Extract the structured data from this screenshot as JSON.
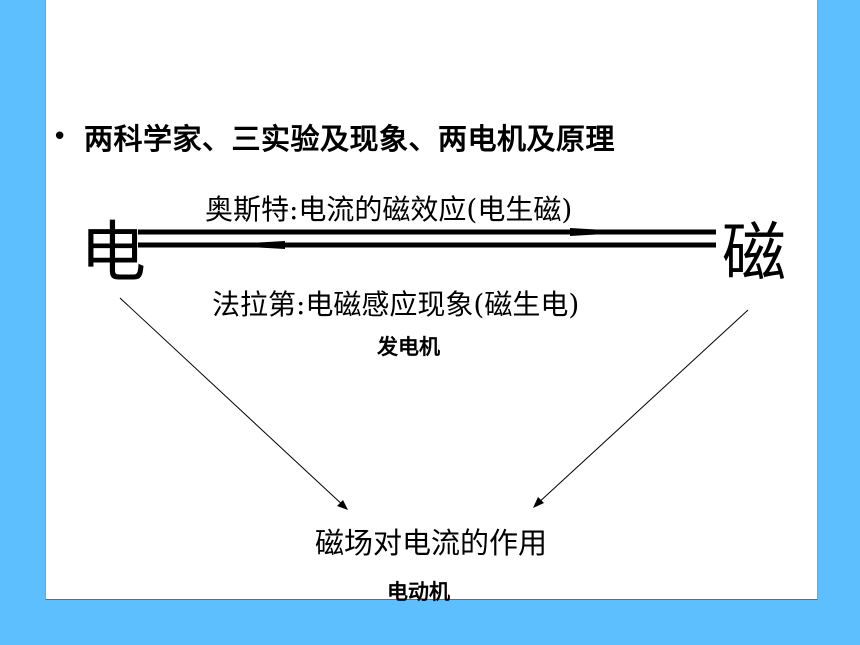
{
  "slide": {
    "bullet_symbol": "•",
    "bullet_text": "两科学家、三实验及现象、两电机及原理"
  },
  "diagram": {
    "left_node": "电",
    "right_node": "磁",
    "top_arrow_label": "奥斯特:电流的磁效应(电生磁)",
    "bottom_arrow_label": "法拉第:电磁感应现象(磁生电)",
    "generator_label": "发电机",
    "bottom_node": "磁场对电流的作用",
    "motor_label": "电动机"
  },
  "colors": {
    "frame_background": "#5ebfff",
    "slide_background": "#ffffff",
    "ink": "#000000"
  }
}
